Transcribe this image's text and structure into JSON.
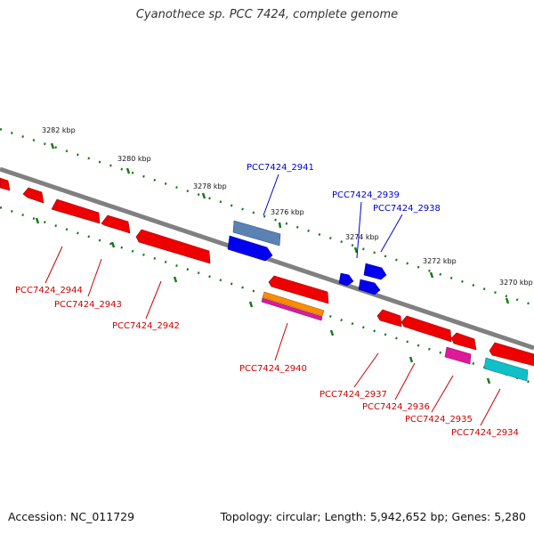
{
  "title": "Cyanothece sp. PCC 7424, complete genome",
  "footer": {
    "accession": "Accession: NC_011729",
    "topology": "Topology: circular; Length: 5,942,652 bp; Genes: 5,280"
  },
  "colors": {
    "backbone": "#808080",
    "forward": "#0000ee",
    "reverse": "#ee0000",
    "tick": "#1a7a1a",
    "magenta": "#e0199a",
    "orange": "#ff8c00",
    "cyan": "#10c0c8",
    "steel": "#5a82b4"
  },
  "scale_labels": [
    "3282 kbp",
    "3280 kbp",
    "3278 kbp",
    "3276 kbp",
    "3274 kbp",
    "3272 kbp",
    "3270 kbp"
  ],
  "forward_gene_labels": [
    "PCC7424_2941",
    "PCC7424_2939",
    "PCC7424_2938"
  ],
  "reverse_gene_labels": [
    "PCC7424_2944",
    "PCC7424_2943",
    "PCC7424_2942",
    "PCC7424_2940",
    "PCC7424_2937",
    "PCC7424_2936",
    "PCC7424_2935",
    "PCC7424_2934"
  ]
}
